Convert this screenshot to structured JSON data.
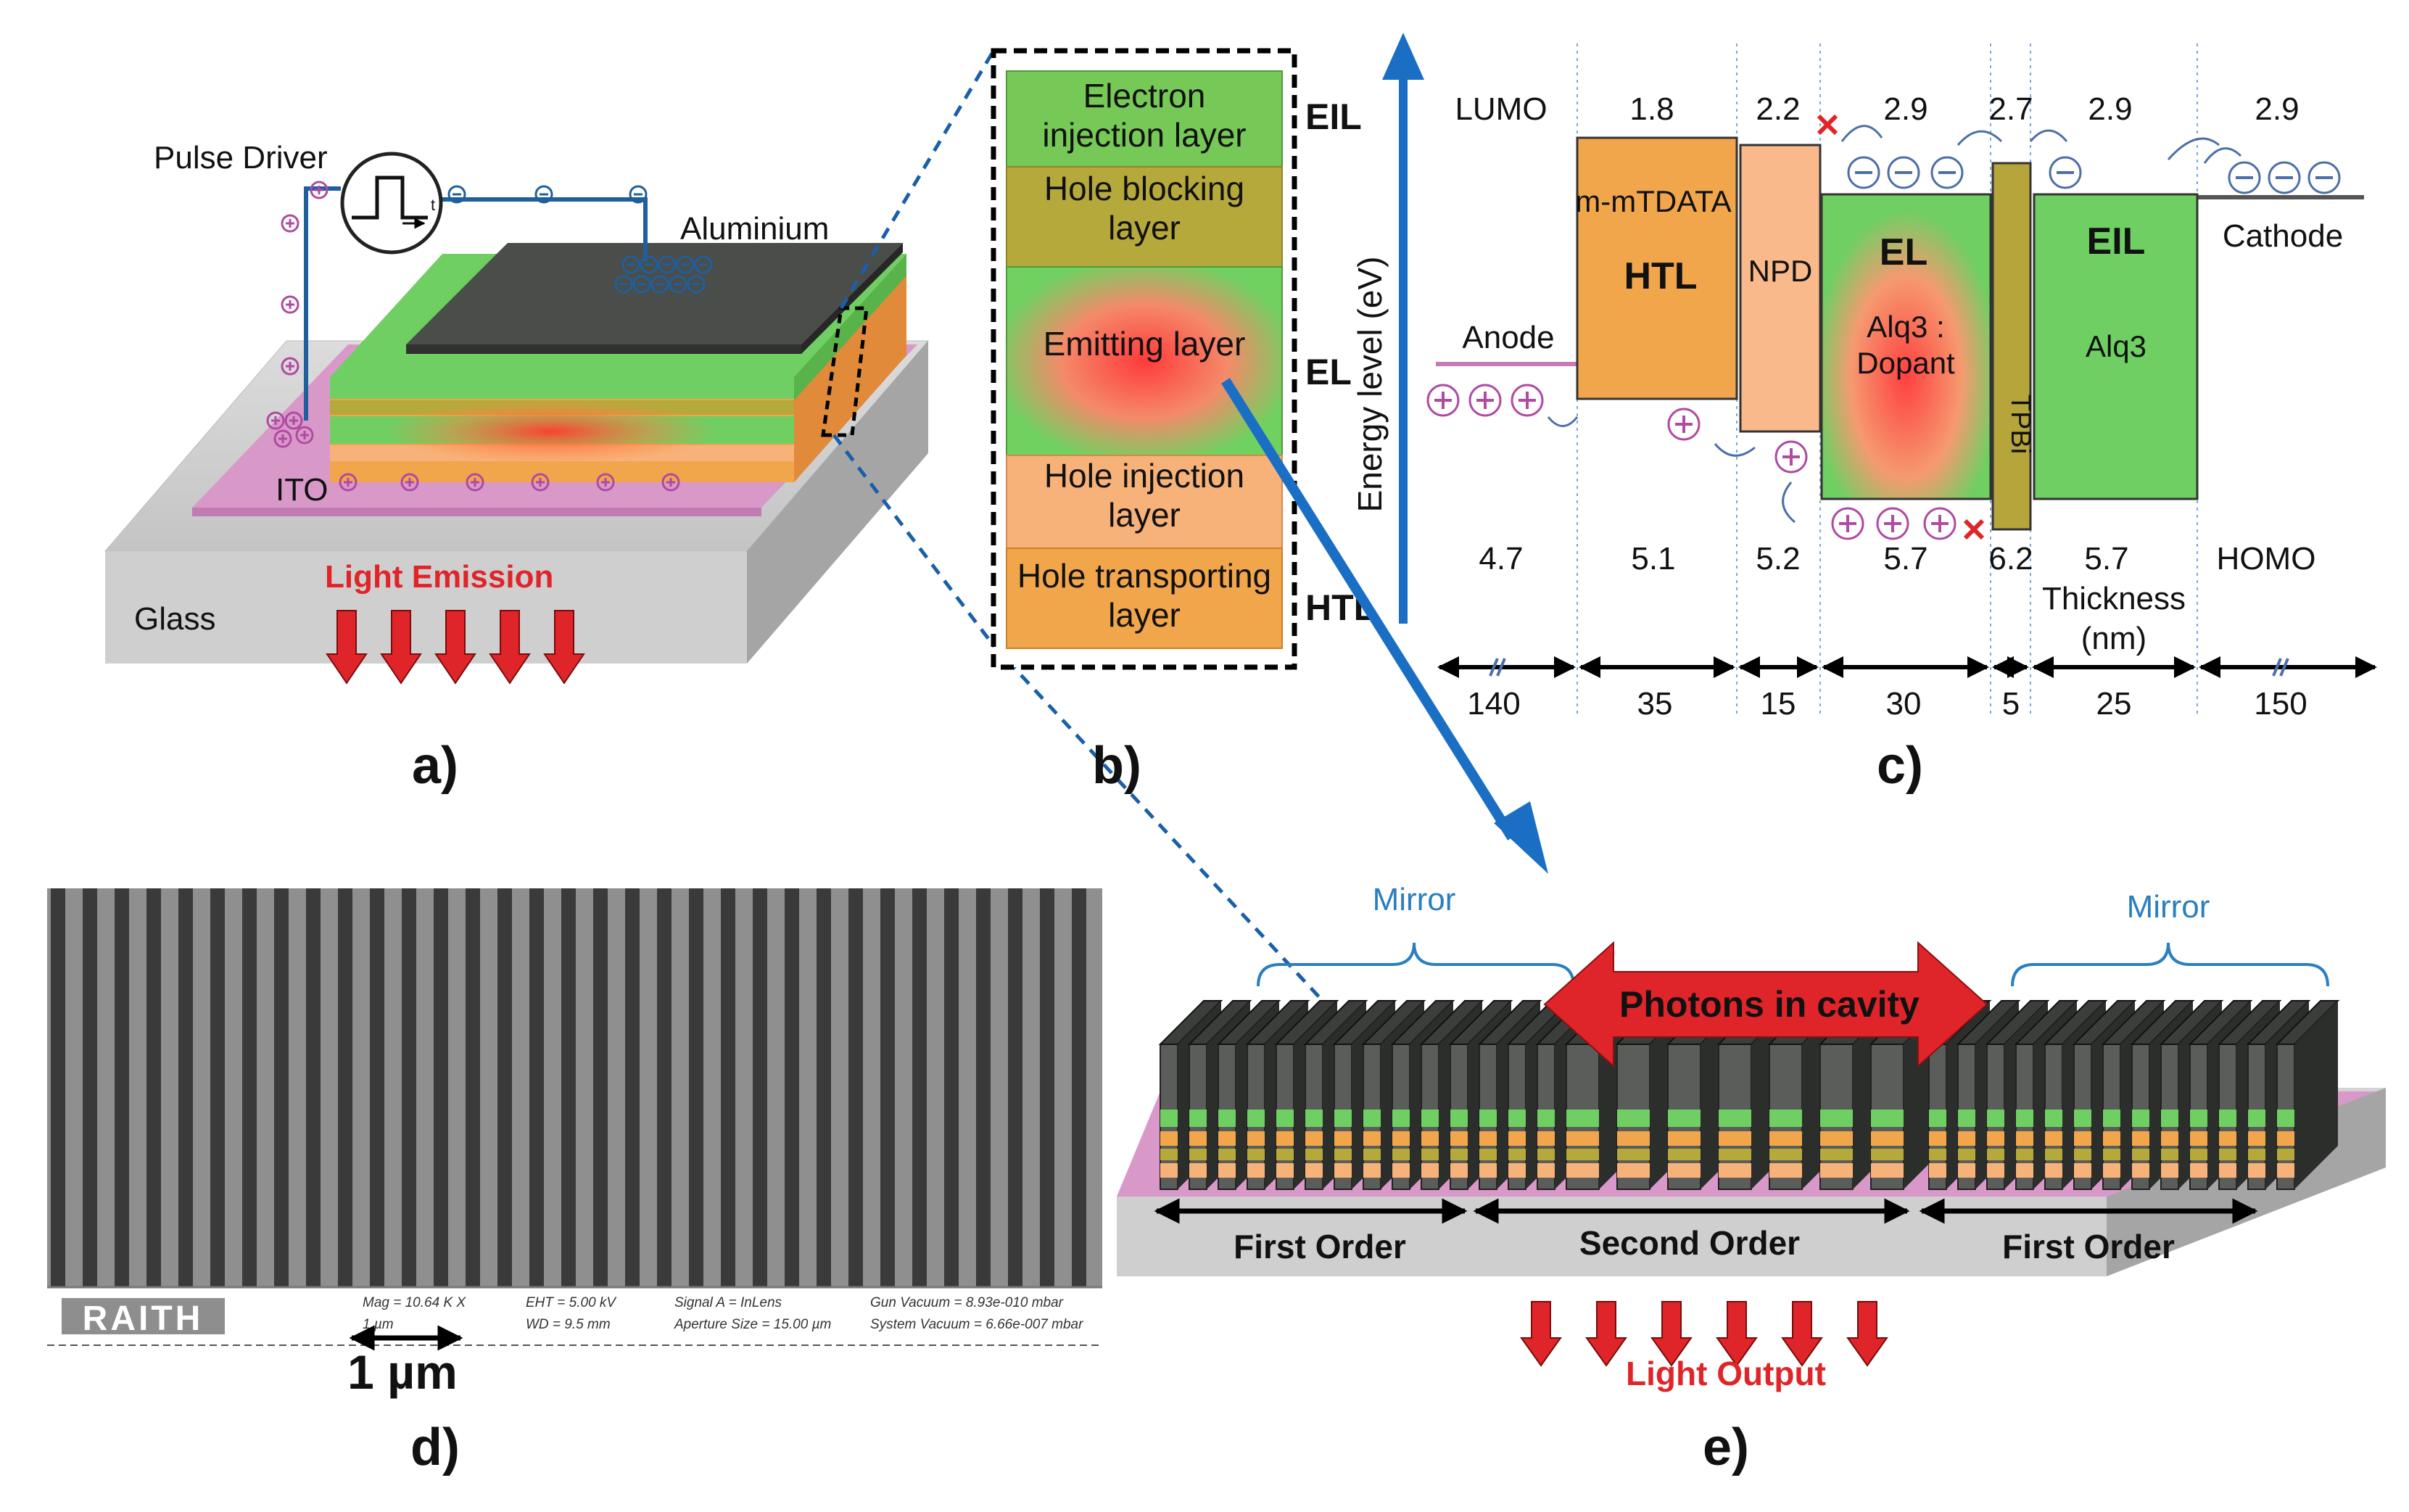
{
  "panel_labels": {
    "a": "a)",
    "b": "b)",
    "c": "c)",
    "d": "d)",
    "e": "e)"
  },
  "panel_a": {
    "pulse_driver": "Pulse Driver",
    "aluminium": "Aluminium",
    "ito": "ITO",
    "glass": "Glass",
    "light_emission": "Light Emission",
    "pulse_symbol": "t",
    "colors": {
      "glass": "#d4d4d4",
      "ito": "#d899c9",
      "wire": "#1f5f9e",
      "emission": "#e0252a",
      "cathode": "#4a4d4a"
    }
  },
  "panel_b": {
    "layers": [
      {
        "lines": [
          "Electron",
          "injection layer"
        ],
        "color": "#76c957"
      },
      {
        "lines": [
          "Hole blocking",
          "layer"
        ],
        "color": "#b6a93c"
      },
      {
        "lines": [
          "Emitting layer"
        ],
        "color": "#70d160"
      },
      {
        "lines": [
          "Hole injection",
          "layer"
        ],
        "color": "#f7b27a"
      },
      {
        "lines": [
          "Hole transporting",
          "layer"
        ],
        "color": "#f1a64c"
      }
    ],
    "side_labels": {
      "eil": "EIL",
      "el": "EL",
      "htl": "HTL"
    }
  },
  "panel_c": {
    "y_axis": "Energy level (eV)",
    "lumo_label": "LUMO",
    "homo_label": "HOMO",
    "lumo_values": [
      "1.8",
      "2.2",
      "2.9",
      "2.7",
      "2.9",
      "2.9"
    ],
    "homo_values": [
      "4.7",
      "5.1",
      "5.2",
      "5.7",
      "6.2",
      "5.7"
    ],
    "anode": "Anode",
    "cathode": "Cathode",
    "mtdata": "m-mTDATA",
    "htl": "HTL",
    "npd": "NPD",
    "el": "EL",
    "el_material": [
      "Alq3 :",
      "Dopant"
    ],
    "tpbi": "TPBi",
    "eil": "EIL",
    "eil_material": "Alq3",
    "thickness": [
      "Thickness",
      "(nm)"
    ],
    "thickness_values": [
      "140",
      "35",
      "15",
      "30",
      "5",
      "25",
      "150"
    ],
    "colors": {
      "htl": "#f1a64c",
      "npd": "#f9b98a",
      "el": "#6fcf63",
      "tpbi": "#b5a53b",
      "eil": "#6fcf63",
      "carrier": "#b04aa2",
      "electron": "#4d6fa8"
    }
  },
  "panel_d": {
    "scale_bar": "1 µm",
    "logo": "RAITH",
    "meta": [
      [
        "Mag =  10.64 K X",
        "1 µm"
      ],
      [
        "EHT =  5.00 kV",
        "WD =  9.5 mm"
      ],
      [
        "Signal A = InLens",
        "Aperture Size = 15.00 µm"
      ],
      [
        "Gun Vacuum = 8.93e-010 mbar",
        "System Vacuum = 6.66e-007 mbar"
      ]
    ]
  },
  "panel_e": {
    "mirror_left": "Mirror",
    "mirror_right": "Mirror",
    "photons": "Photons in cavity",
    "first_order_left": "First Order",
    "second_order": "Second Order",
    "first_order_right": "First Order",
    "light_output": "Light Output"
  }
}
